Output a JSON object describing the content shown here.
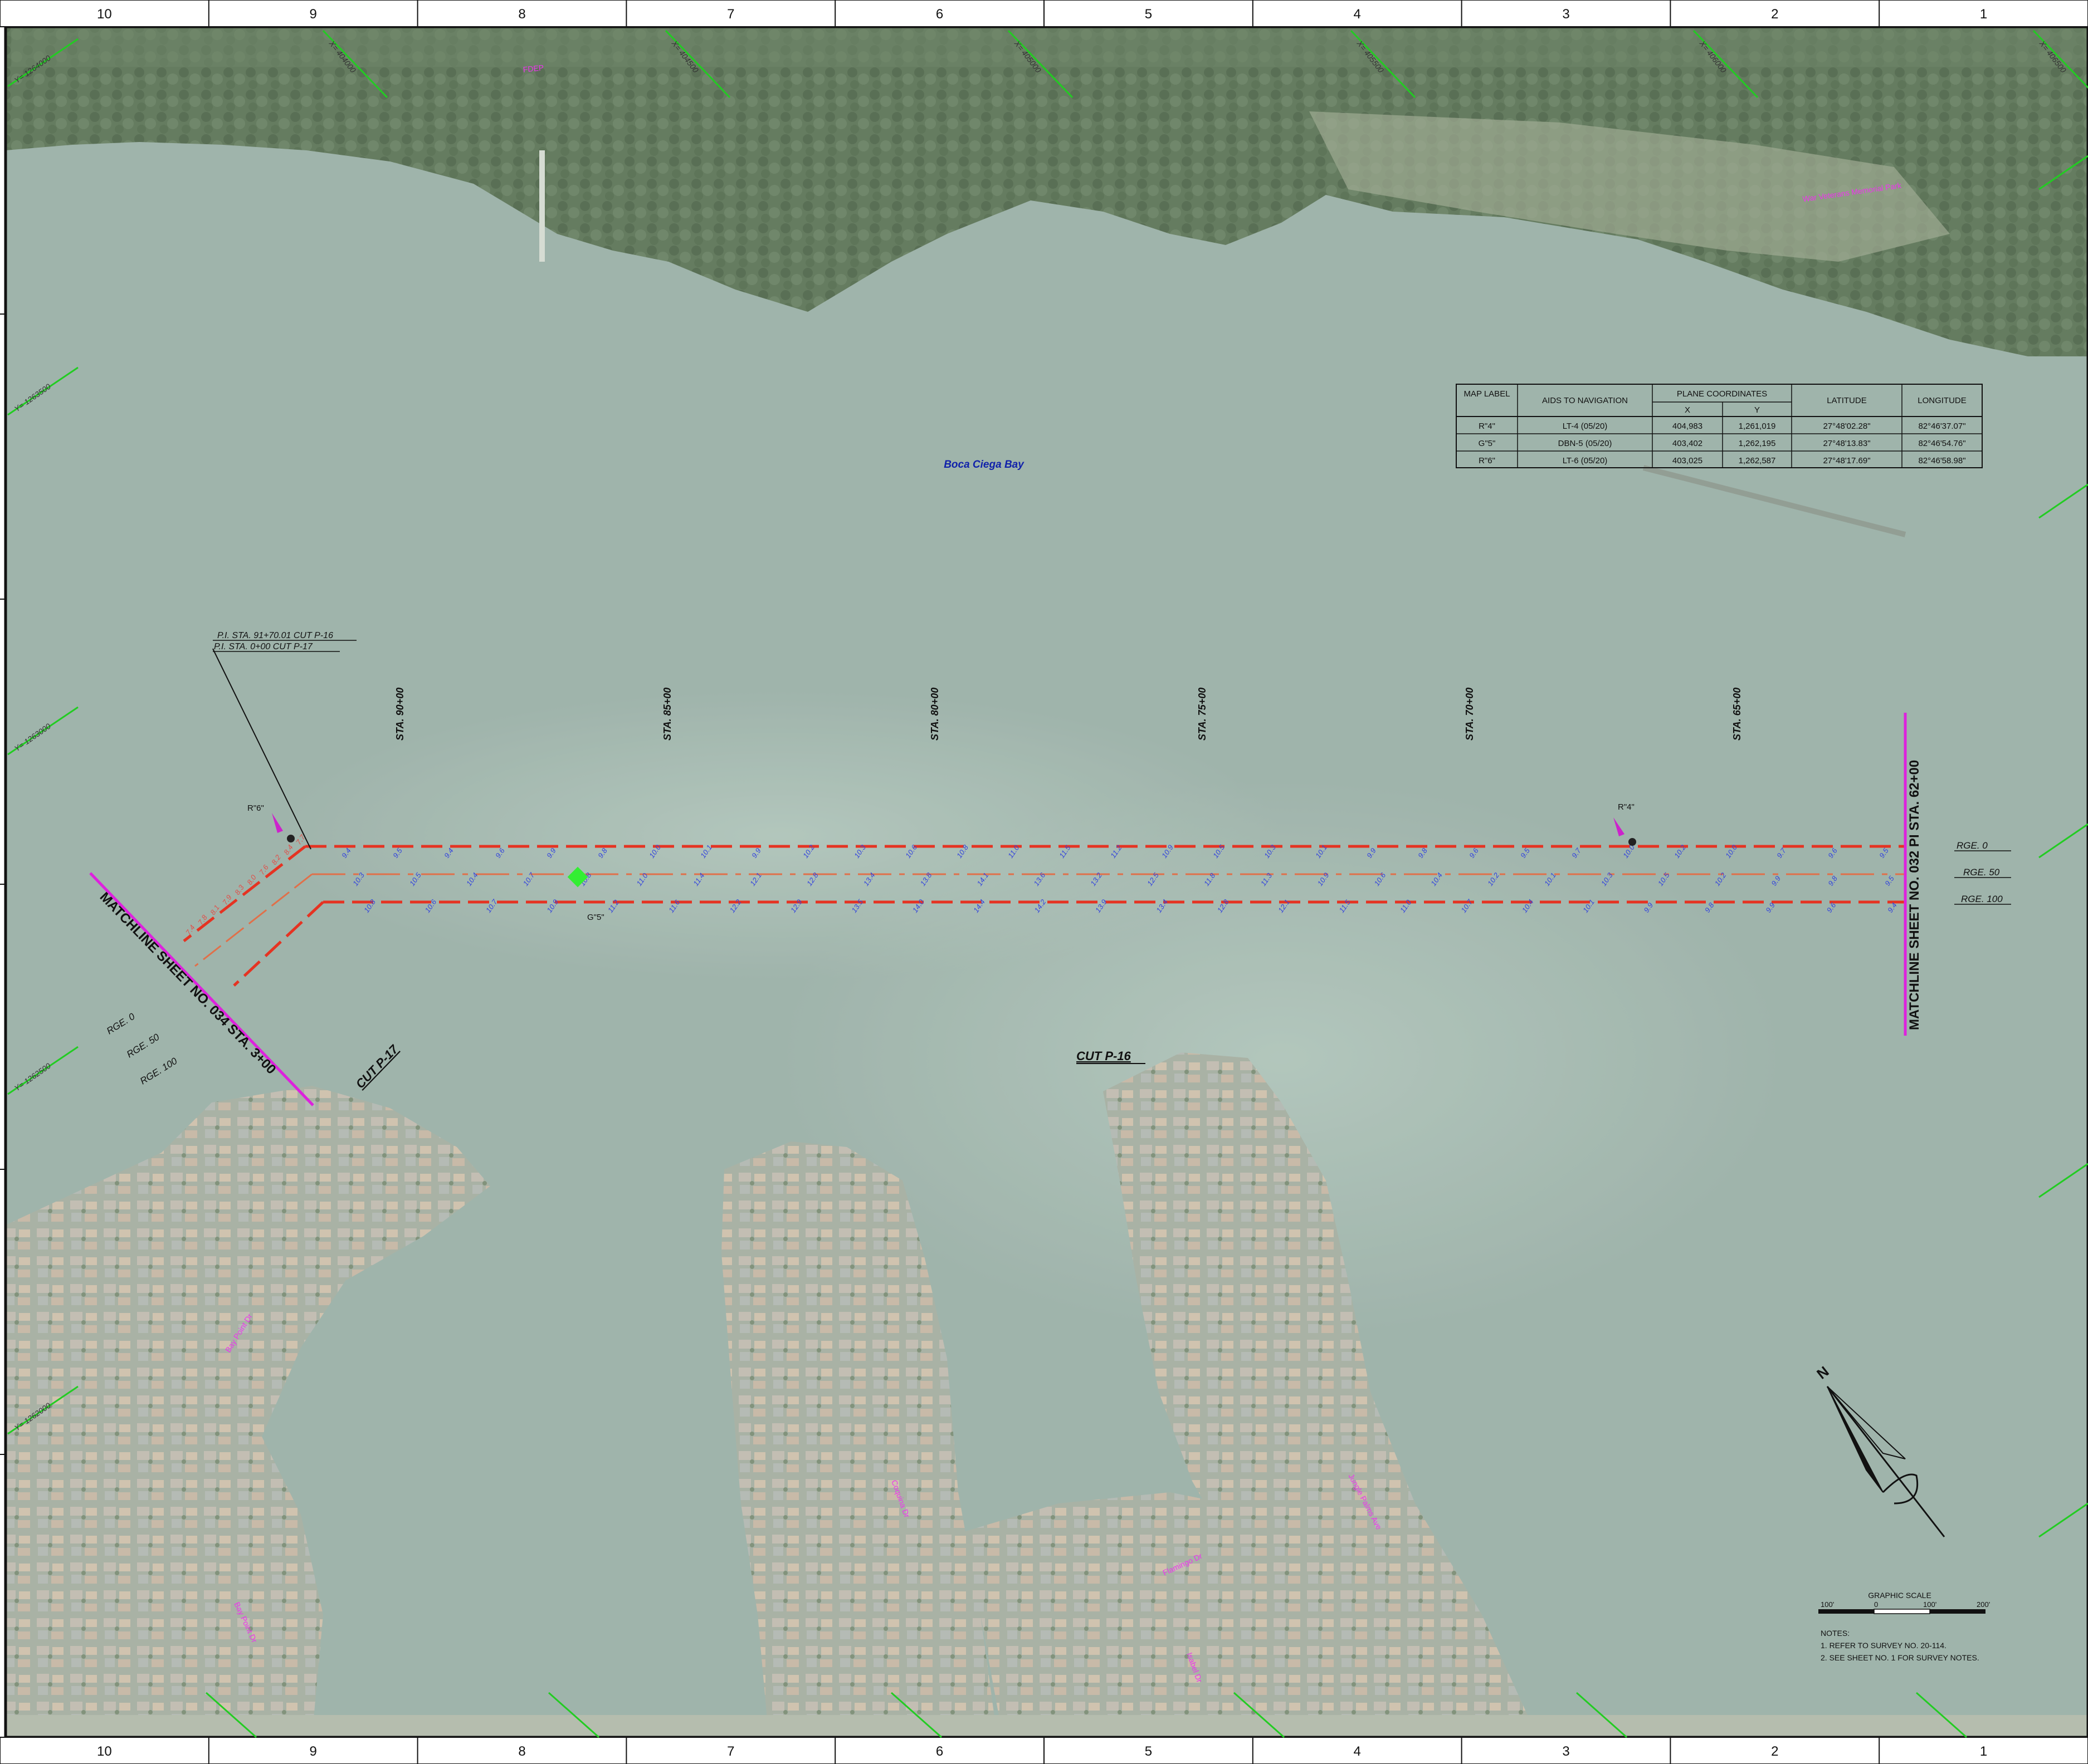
{
  "title_block": {
    "grid_columns": [
      "10",
      "9",
      "8",
      "7",
      "6",
      "5",
      "4",
      "3",
      "2",
      "1"
    ]
  },
  "map": {
    "water_label": "Boca Ciega Bay",
    "park_label": "War Veterans Memorial Park",
    "fdep_label": "FDEP",
    "x_coord_labels": [
      "X= 404000",
      "X= 404500",
      "X= 405000",
      "X= 405500",
      "X= 406000",
      "X= 406500"
    ],
    "y_coord_labels": [
      "Y= 1264000",
      "Y= 1263500",
      "Y= 1263000",
      "Y= 1262500",
      "Y= 1262000"
    ],
    "streets": [
      "Bay Point Dr",
      "Bay Point Dr",
      "Coquina Dr",
      "Flamingo Dr",
      "Isabel Dr",
      "Jungle Palms Ave"
    ],
    "stations": [
      "STA. 90+00",
      "STA. 85+00",
      "STA. 80+00",
      "STA. 75+00",
      "STA. 70+00",
      "STA. 65+00"
    ],
    "range_labels": [
      "RGE. 0",
      "RGE. 50",
      "RGE. 100"
    ],
    "range_labels_left": [
      "RGE. 0",
      "RGE. 50",
      "RGE. 100"
    ],
    "pi_labels": [
      "P.I. STA. 91+70.01 CUT P-16",
      "P.I. STA. 0+00 CUT P-17"
    ],
    "cut_labels": [
      "CUT P-16",
      "CUT P-17"
    ],
    "matchline_left": "MATCHLINE SHEET NO. 034 STA. 3+00",
    "matchline_right": "MATCHLINE SHEET NO. 032 PI STA. 62+00",
    "aid_markers": [
      "R\"6\"",
      "R\"4\"",
      "G\"5\""
    ],
    "soundings_top": [
      "9.4",
      "9.5",
      "9.4",
      "9.6",
      "9.9",
      "9.8",
      "10.0",
      "10.1",
      "9.9",
      "10.2",
      "10.3",
      "10.6",
      "10.8",
      "11.0",
      "11.5",
      "11.2",
      "10.9",
      "10.5",
      "10.3",
      "10.1",
      "9.9",
      "9.8",
      "9.6",
      "9.5",
      "9.7",
      "10.0",
      "10.2",
      "10.0",
      "9.7",
      "9.6",
      "9.5"
    ],
    "soundings_mid": [
      "10.3",
      "10.5",
      "10.4",
      "10.7",
      "10.8",
      "11.0",
      "11.4",
      "12.1",
      "12.8",
      "13.4",
      "13.8",
      "14.1",
      "13.6",
      "13.2",
      "12.5",
      "11.8",
      "11.3",
      "10.9",
      "10.6",
      "10.4",
      "10.2",
      "10.1",
      "10.3",
      "10.5",
      "10.2",
      "9.9",
      "9.8",
      "9.5"
    ],
    "soundings_bottom": [
      "10.8",
      "10.6",
      "10.7",
      "10.9",
      "11.2",
      "11.6",
      "12.2",
      "12.9",
      "13.5",
      "14.0",
      "14.4",
      "14.2",
      "13.9",
      "13.4",
      "12.8",
      "12.1",
      "11.5",
      "11.0",
      "10.7",
      "10.4",
      "10.1",
      "9.9",
      "9.8",
      "9.9",
      "9.6",
      "9.4"
    ],
    "soundings_red": [
      "7.4",
      "7.8",
      "8.1",
      "7.9",
      "8.3",
      "8.0",
      "7.6",
      "8.2",
      "8.4",
      "7.7"
    ]
  },
  "aids_table": {
    "headers": {
      "map_label": "MAP LABEL",
      "aids": "AIDS TO NAVIGATION",
      "plane": "PLANE COORDINATES",
      "x": "X",
      "y": "Y",
      "lat": "LATITUDE",
      "lon": "LONGITUDE"
    },
    "rows": [
      {
        "label": "R\"4\"",
        "aid": "LT-4 (05/20)",
        "x": "404,983",
        "y": "1,261,019",
        "lat": "27°48'02.28\"",
        "lon": "82°46'37.07\""
      },
      {
        "label": "G\"5\"",
        "aid": "DBN-5 (05/20)",
        "x": "403,402",
        "y": "1,262,195",
        "lat": "27°48'13.83\"",
        "lon": "82°46'54.76\""
      },
      {
        "label": "R\"6\"",
        "aid": "LT-6 (05/20)",
        "x": "403,025",
        "y": "1,262,587",
        "lat": "27°48'17.69\"",
        "lon": "82°46'58.98\""
      }
    ]
  },
  "scale": {
    "title": "GRAPHIC SCALE",
    "ticks": [
      "100'",
      "0",
      "100'",
      "200'"
    ]
  },
  "notes": {
    "title": "NOTES:",
    "items": [
      "1. REFER TO SURVEY NO. 20-114.",
      "2. SEE SHEET NO. 1 FOR SURVEY NOTES."
    ]
  },
  "north_arrow": {
    "label": "N"
  },
  "colors": {
    "water": "#8fa79d",
    "land_dark": "#3f5a3a",
    "channel_red": "#e53322",
    "matchline_magenta": "#dd22dd",
    "grid_green": "#22cc22",
    "sounding_blue": "#3344dd"
  }
}
